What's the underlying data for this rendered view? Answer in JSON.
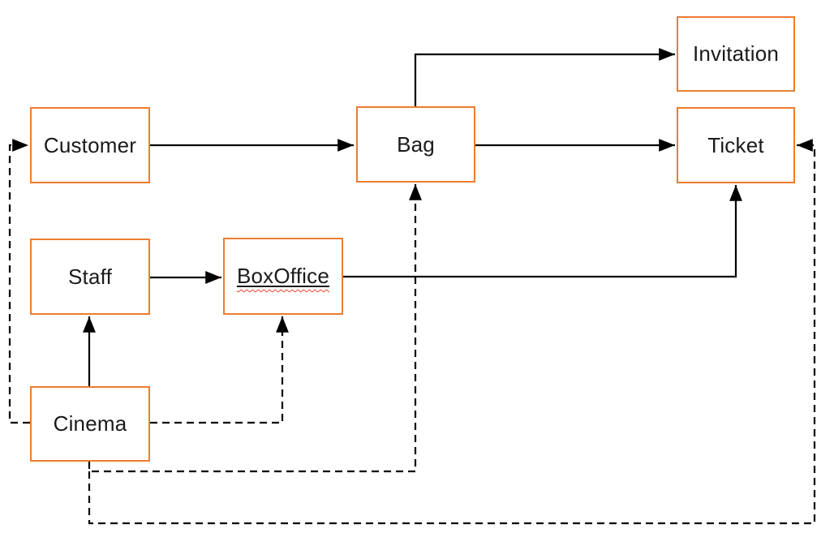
{
  "diagram": {
    "nodes": [
      {
        "id": "customer",
        "label": "Customer"
      },
      {
        "id": "bag",
        "label": "Bag"
      },
      {
        "id": "invitation",
        "label": "Invitation"
      },
      {
        "id": "ticket",
        "label": "Ticket"
      },
      {
        "id": "staff",
        "label": "Staff"
      },
      {
        "id": "boxoffice",
        "label": "BoxOffice",
        "spellcheck_squiggle": true
      },
      {
        "id": "cinema",
        "label": "Cinema"
      }
    ],
    "edges": [
      {
        "from": "customer",
        "to": "bag",
        "style": "solid",
        "arrow": "end"
      },
      {
        "from": "bag",
        "to": "ticket",
        "style": "solid",
        "arrow": "end"
      },
      {
        "from": "bag",
        "to": "invitation",
        "style": "solid",
        "arrow": "end"
      },
      {
        "from": "staff",
        "to": "boxoffice",
        "style": "solid",
        "arrow": "end"
      },
      {
        "from": "boxoffice",
        "to": "ticket",
        "style": "solid",
        "arrow": "end"
      },
      {
        "from": "cinema",
        "to": "staff",
        "style": "solid",
        "arrow": "end"
      },
      {
        "from": "cinema",
        "to": "customer",
        "style": "dashed",
        "arrow": "end"
      },
      {
        "from": "cinema",
        "to": "boxoffice",
        "style": "dashed",
        "arrow": "end"
      },
      {
        "from": "cinema",
        "to": "bag",
        "style": "dashed",
        "arrow": "end"
      },
      {
        "from": "cinema",
        "to": "ticket",
        "style": "dashed",
        "arrow": "end"
      }
    ],
    "colors": {
      "node_border": "#ED7D31",
      "node_fill": "#FFFFFF",
      "edge_line": "#000000",
      "text": "#1A1A1A",
      "spellcheck_squiggle": "#E8442E",
      "background": "#FFFFFF"
    }
  }
}
